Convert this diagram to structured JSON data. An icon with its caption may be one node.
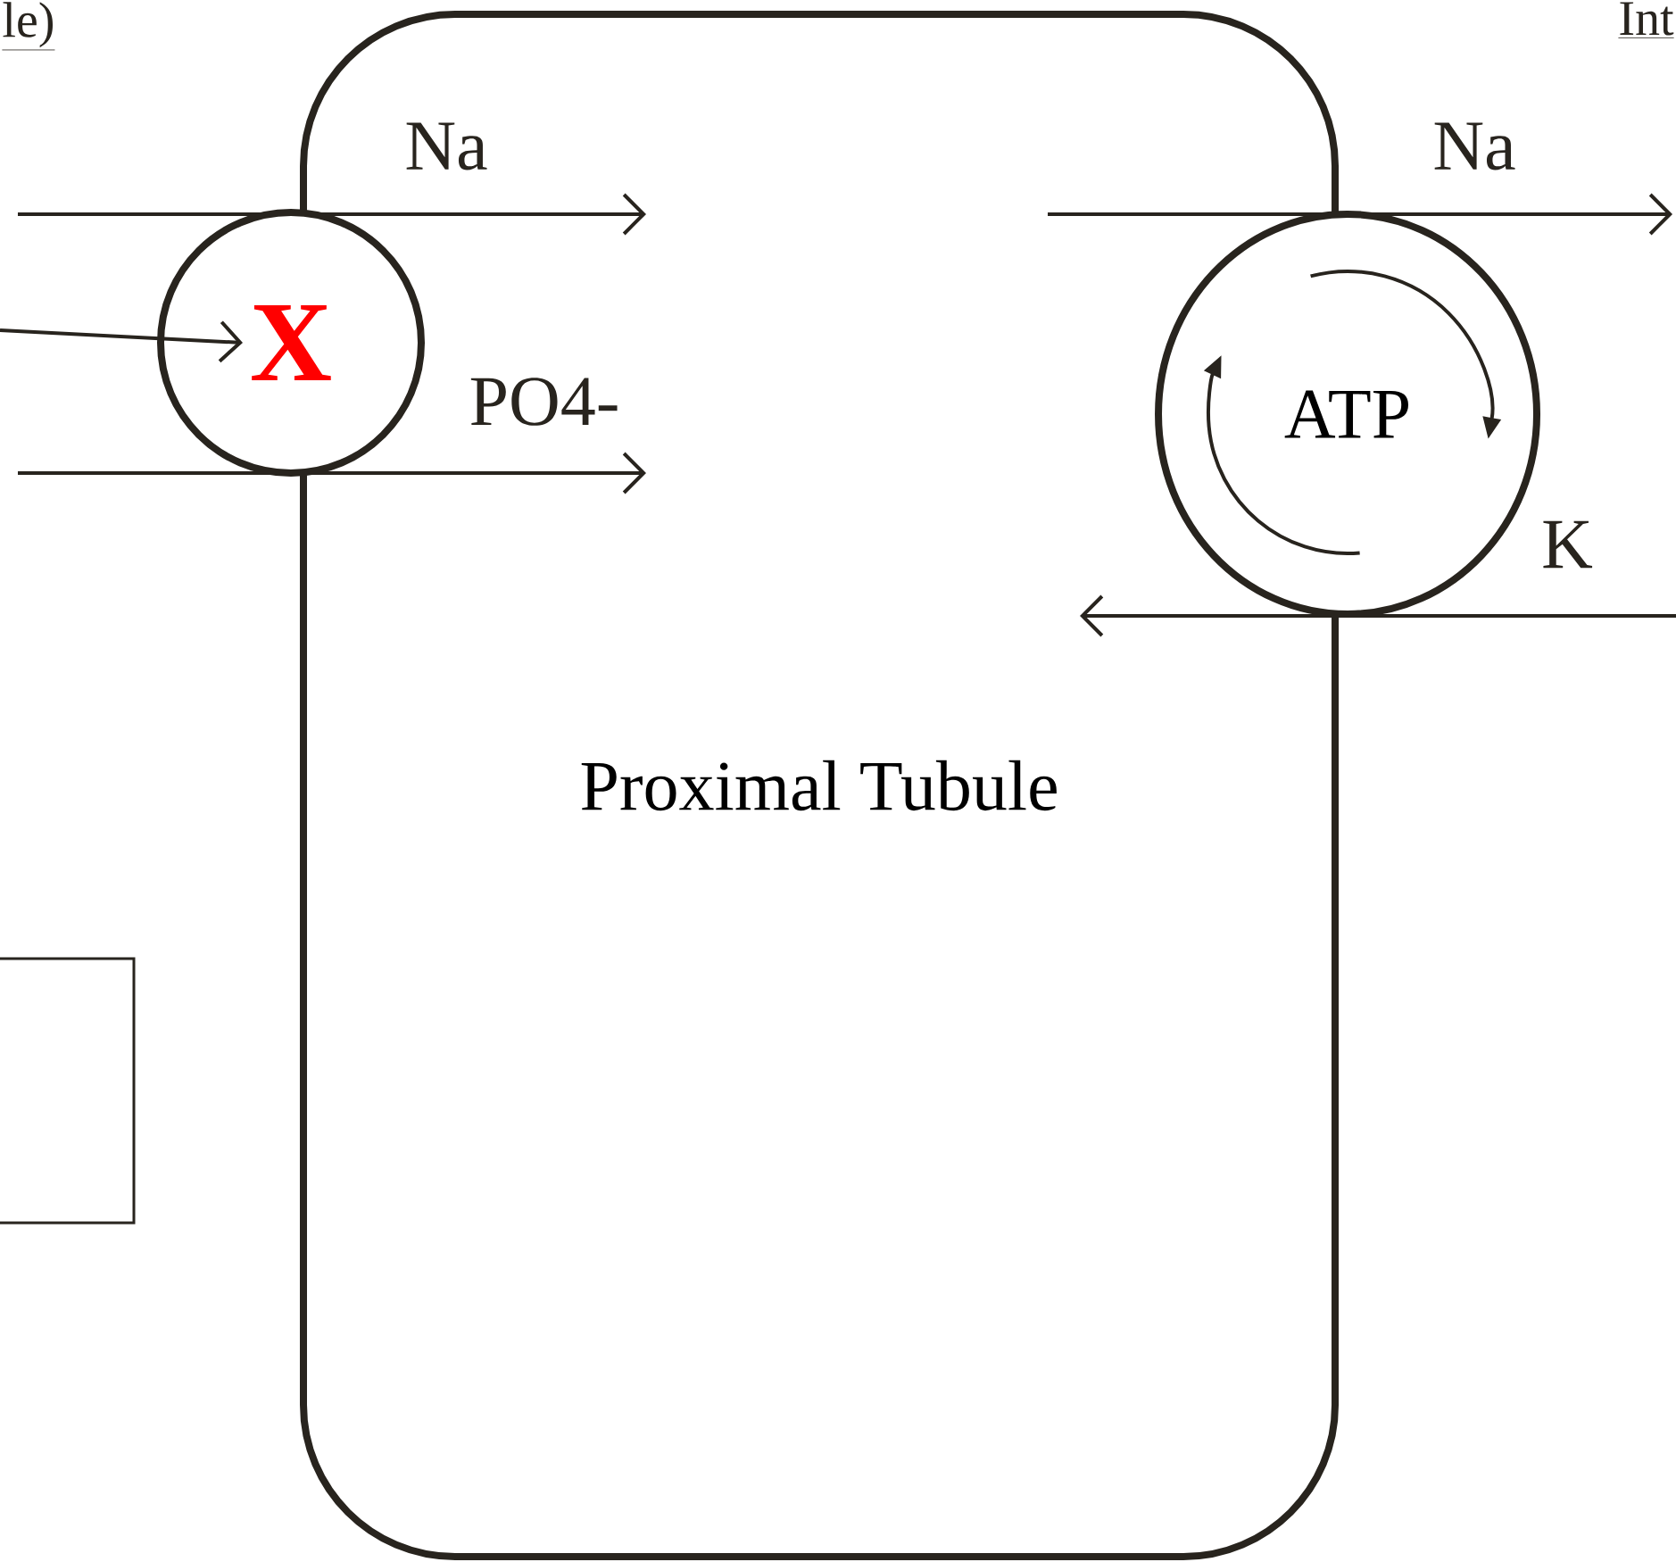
{
  "diagram": {
    "nodes": [
      {
        "text": [
          "Proximal Tubule"
        ]
      },
      {
        "text": [
          "X"
        ]
      },
      {
        "text": [
          "ATP"
        ]
      },
      {
        "text": [],
        "shape": "box"
      }
    ],
    "edges": [
      {
        "from": null,
        "to": 1,
        "arrow": "to"
      }
    ],
    "labels": [
      "le)",
      "Int",
      "Na",
      "Na",
      "PO4-",
      "K"
    ]
  }
}
